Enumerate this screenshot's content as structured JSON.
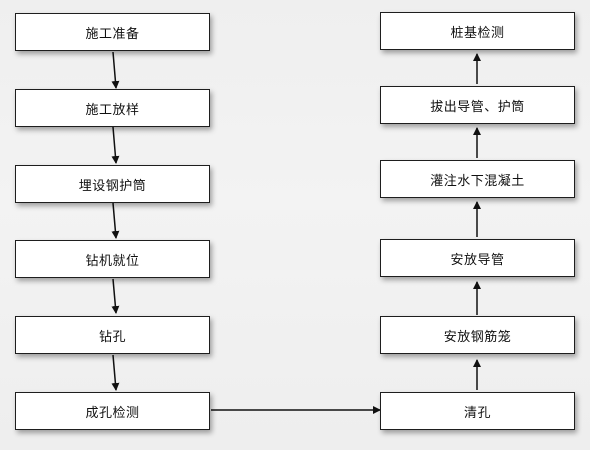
{
  "flow": {
    "left_column": [
      {
        "label": "施工准备"
      },
      {
        "label": "施工放样"
      },
      {
        "label": "埋设钢护筒"
      },
      {
        "label": "钻机就位"
      },
      {
        "label": "钻孔"
      },
      {
        "label": "成孔检测"
      }
    ],
    "right_column_bottom_to_top": [
      {
        "label": "清孔"
      },
      {
        "label": "安放钢筋笼"
      },
      {
        "label": "安放导管"
      },
      {
        "label": "灌注水下混凝土"
      },
      {
        "label": "拔出导管、护筒"
      },
      {
        "label": "桩基检测"
      }
    ]
  },
  "colors": {
    "box_border": "#1e1e1e",
    "box_fill": "#ffffff",
    "arrow": "#111111",
    "background": "#f0f0f0"
  }
}
